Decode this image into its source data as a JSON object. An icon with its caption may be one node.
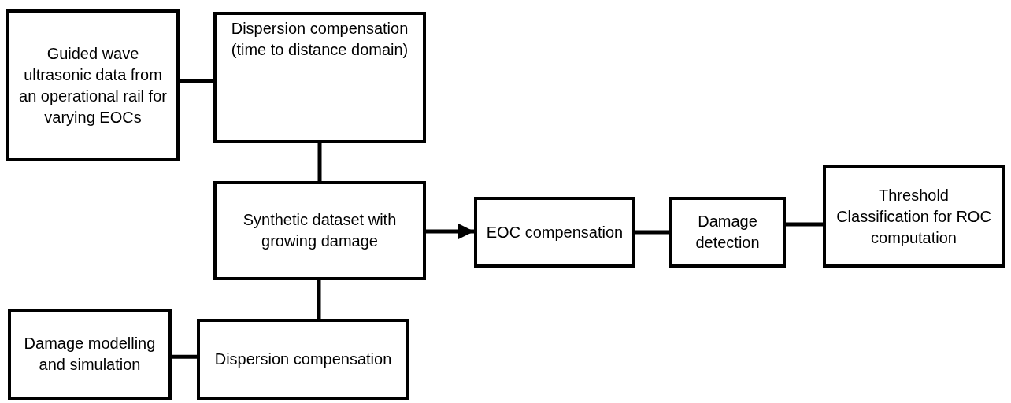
{
  "diagram": {
    "nodes": [
      {
        "text": [
          "Guided wave ultrasonic data from an operational rail for varying EOCs"
        ]
      },
      {
        "text": [
          "Dispersion compensation (time to distance domain)"
        ]
      },
      {
        "text": [
          "Synthetic dataset with growing damage"
        ]
      },
      {
        "text": [
          "EOC compensation"
        ]
      },
      {
        "text": [
          "Damage detection"
        ]
      },
      {
        "text": [
          "Threshold Classification for ROC computation"
        ]
      },
      {
        "text": [
          "Damage modelling and simulation"
        ]
      },
      {
        "text": [
          "Dispersion compensation"
        ]
      }
    ],
    "edges": [
      {
        "from": 0,
        "to": 1,
        "arrow": "none"
      },
      {
        "from": 1,
        "to": 2,
        "arrow": "none"
      },
      {
        "from": 2,
        "to": 3,
        "arrow": "to"
      },
      {
        "from": 3,
        "to": 4,
        "arrow": "none"
      },
      {
        "from": 4,
        "to": 5,
        "arrow": "none"
      },
      {
        "from": 7,
        "to": 2,
        "arrow": "none"
      },
      {
        "from": 6,
        "to": 7,
        "arrow": "none"
      }
    ]
  }
}
